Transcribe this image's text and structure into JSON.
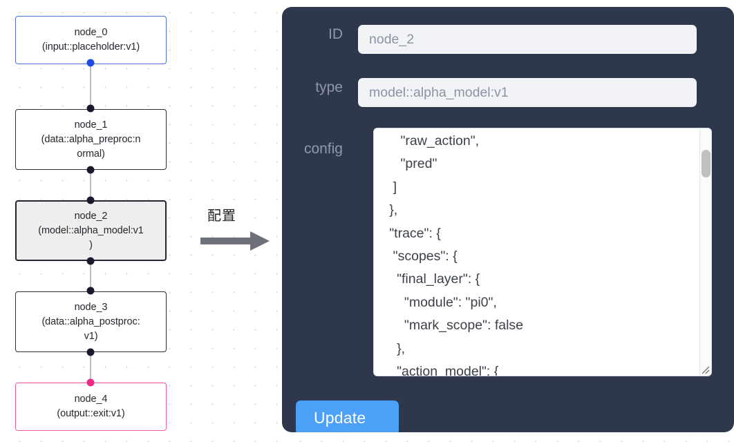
{
  "canvas": {
    "background": "#ffffff",
    "dot_color": "#cfcfd4"
  },
  "graph": {
    "nodes": [
      {
        "id": "node_0",
        "label": "node_0\n(input::placeholder:v1)",
        "kind": "input",
        "border_color": "#4a6fd4",
        "fill": "#ffffff",
        "handle_color": "#1e49e2"
      },
      {
        "id": "node_1",
        "label": "node_1\n(data::alpha_preproc:n\normal)",
        "kind": "data",
        "border_color": "#2b2c3a",
        "fill": "#ffffff",
        "handle_color": "#1a1a2e"
      },
      {
        "id": "node_2",
        "label": "node_2\n(model::alpha_model:v1\n)",
        "kind": "model",
        "selected": true,
        "border_color": "#22232f",
        "fill": "#eeeeee",
        "handle_color": "#1a1a2e"
      },
      {
        "id": "node_3",
        "label": "node_3\n(data::alpha_postproc:\nv1)",
        "kind": "data",
        "border_color": "#2b2c3a",
        "fill": "#ffffff",
        "handle_color": "#1a1a2e"
      },
      {
        "id": "node_4",
        "label": "node_4\n(output::exit:v1)",
        "kind": "output",
        "border_color": "#ef5ba0",
        "fill": "#ffffff",
        "handle_color": "#ef2a86"
      }
    ],
    "edge_color": "#b9bcc4"
  },
  "arrow": {
    "label": "配置",
    "color": "#6e7179"
  },
  "panel": {
    "background": "#2e374b",
    "fields": [
      {
        "label": "ID",
        "value": "node_2",
        "placeholder": "ID"
      },
      {
        "label": "type",
        "value": "model::alpha_model:v1",
        "placeholder": "type"
      }
    ],
    "config": {
      "label": "config",
      "value": "      \"raw_action\",\n      \"pred\"\n    ]\n   },\n   \"trace\": {\n    \"scopes\": {\n     \"final_layer\": {\n       \"module\": \"pi0\",\n       \"mark_scope\": false\n     },\n     \"action_model\": {",
      "scroll_position": "middle"
    },
    "update_button": {
      "label": "Update",
      "color": "#4ba0f7",
      "text_color": "#ffffff"
    }
  }
}
